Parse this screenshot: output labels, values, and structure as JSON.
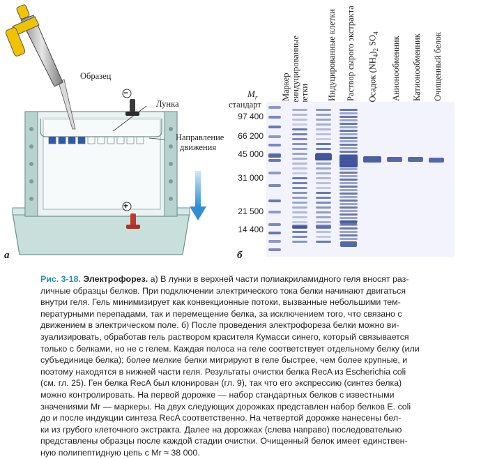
{
  "panel_a": {
    "sample_label": "Образец",
    "well_label": "Лунка",
    "direction_label_1": "Направление",
    "direction_label_2": "движения",
    "minus_sign": "−",
    "plus_sign": "+",
    "letter": "а"
  },
  "panel_b": {
    "mr_label": "Mr",
    "standard_label": "стандарт",
    "mw_values": [
      "97 400",
      "66 200",
      "45 000",
      "31 000",
      "21 500",
      "14 400"
    ],
    "lanes": [
      "Маркер",
      "Неиндуцированные клетки",
      "Индуцированные клетки",
      "Раствор сырого экстракта",
      "Осадок (NH4)2 SO4",
      "Анионообменник",
      "Катионообменник",
      "Очищенный белок"
    ],
    "letter": "б"
  },
  "caption": {
    "fig_number": "Рис. 3-18.",
    "title": "Электрофорез.",
    "lines": [
      " а) В лунки в верхней части полиакриламидного геля вносят раз-",
      "личные образцы белков. При подключении электрического тока белки начинают двигаться",
      "внутри геля. Гель минимизирует как конвекционные потоки, вызванные небольшими тем-",
      "пературными перепадами, так и перемещение белка, за исключением того, что связано с",
      "движением в электрическом поле. б) После проведения электрофореза белки можно ви-",
      "зуализировать, обработав гель раствором красителя Кумасси синего, который связывается",
      "только с белками, но не с гелем. Каждая полоса на геле соответствует отдельному белку (или",
      "субъединице белка); более мелкие белки мигрируют в геле быстрее, чем более крупные, и",
      "поэтому находятся в нижней части геля. Результаты очистки белка RecA из Escherichia coli",
      "(см. гл. 25). Ген белка RecA был клонирован (гл. 9), так что его экспрессию (синтез белка)",
      "можно контролировать. На первой дорожке — набор стандартных белков с известными",
      "значениями Mr — маркеры. На двух следующих дорожках представлен набор белков E. coli",
      "до и после индукции синтеза RecA соответственно. На четвертой дорожке нанесены бел-",
      "ки из грубого клеточного экстракта. Далее на дорожках (слева направо) последовательно",
      "представлены образцы после каждой стадии очистки. Очищенный белок имеет единствен-",
      "ную полипептидную цепь с Mr ≈ 38 000."
    ]
  },
  "colors": {
    "caption_accent": "#1e8fb0",
    "gel_band": "#3a4f9a",
    "gel_bg": "#eef0fb",
    "apparatus_teal": "#b9d8d6",
    "arrow_blue": "#3a9ad9"
  }
}
